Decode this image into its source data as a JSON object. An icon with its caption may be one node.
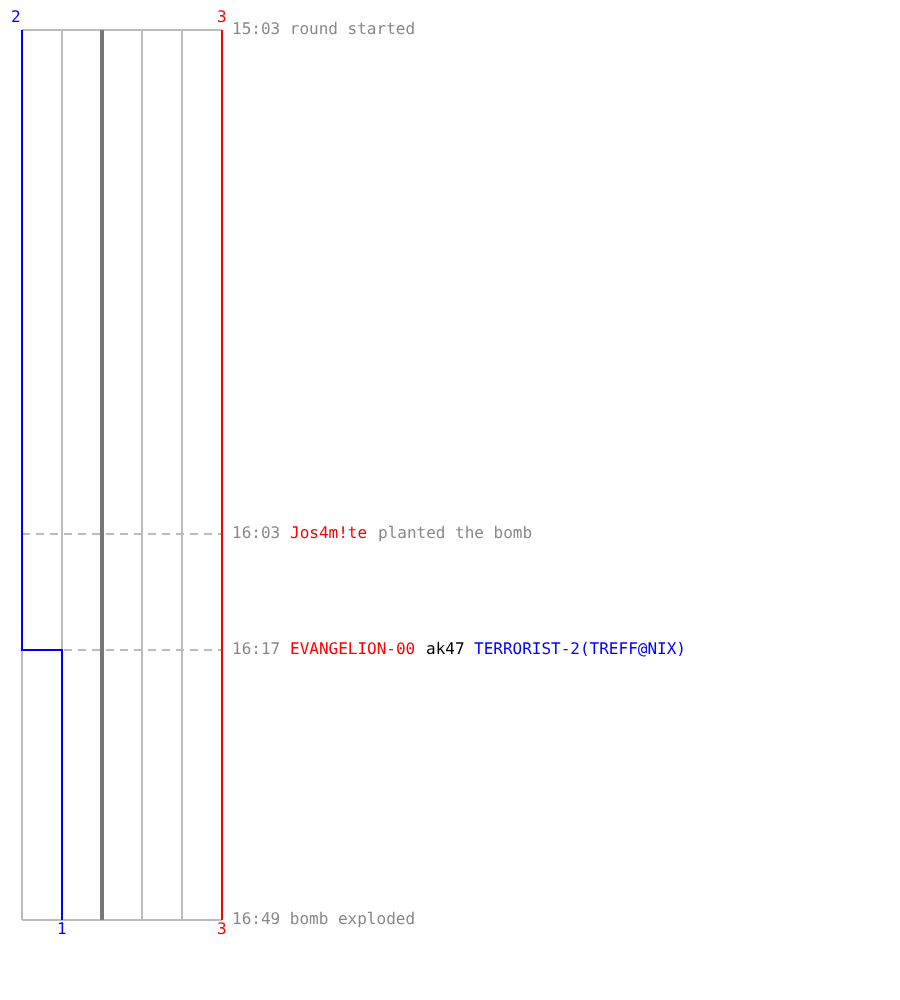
{
  "diagram": {
    "labels": [
      "2",
      "3",
      "15:03 round started",
      "16:03",
      "Jos4m!te",
      "planted the bomb",
      "16:17",
      "EVANGELION-00",
      "ak47",
      "TERRORIST-2(TREFF@NIX)",
      "1",
      "3",
      "16:49 bomb exploded"
    ]
  }
}
